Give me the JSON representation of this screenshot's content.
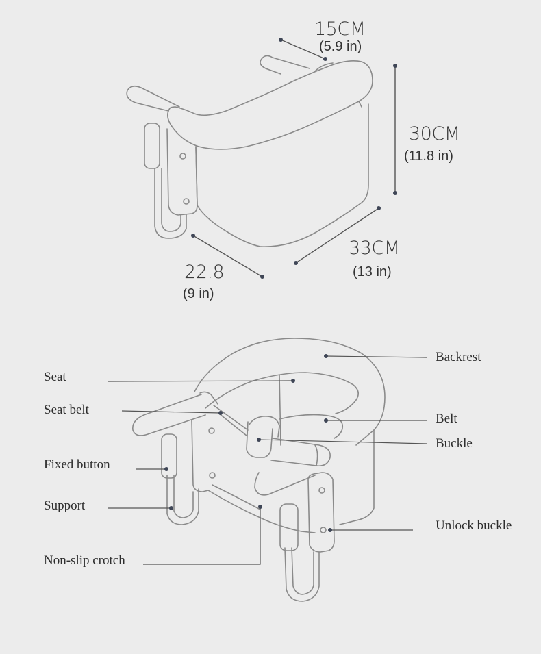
{
  "dimensions": {
    "depth": {
      "value": "15CM",
      "imperial": "(5.9 in)"
    },
    "height": {
      "value": "30CM",
      "imperial": "(11.8 in)"
    },
    "width": {
      "value": "33CM",
      "imperial": "(13 in)"
    },
    "length": {
      "value": "22.8",
      "imperial": "(9 in)"
    }
  },
  "parts": {
    "backrest": "Backrest",
    "seat": "Seat",
    "seat_belt": "Seat belt",
    "belt": "Belt",
    "buckle": "Buckle",
    "fixed_button": "Fixed button",
    "support": "Support",
    "unlock_buckle": "Unlock buckle",
    "non_slip_crotch": "Non-slip crotch"
  },
  "colors": {
    "background": "#ececec",
    "outline": "#8a8a8a",
    "leader": "#555555",
    "dot": "#3f4656"
  }
}
